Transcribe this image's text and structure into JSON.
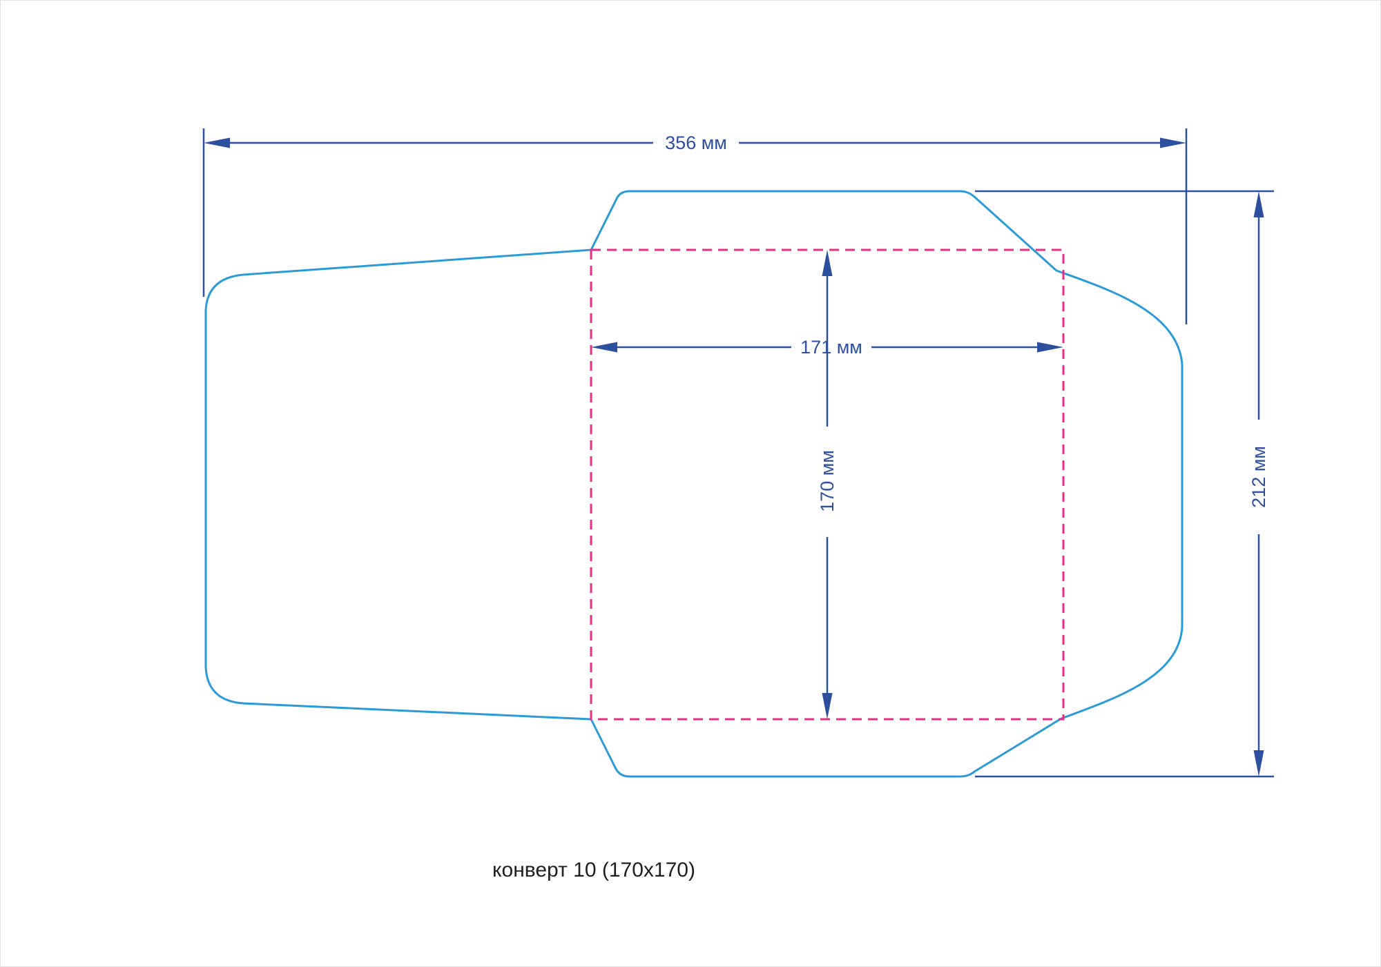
{
  "diagram": {
    "caption": "конверт 10 (170x170)",
    "dimensions": {
      "total_width": "356 мм",
      "total_height": "212 мм",
      "face_width": "171 мм",
      "face_height": "170 мм"
    }
  },
  "colors": {
    "envelope-outline": "#2b9bd7",
    "dimension": "#2c4f9e",
    "print-area": "#ec2c86",
    "caption-text": "#1f1f1f",
    "background": "#ffffff",
    "page-border": "#e2e2e2"
  }
}
